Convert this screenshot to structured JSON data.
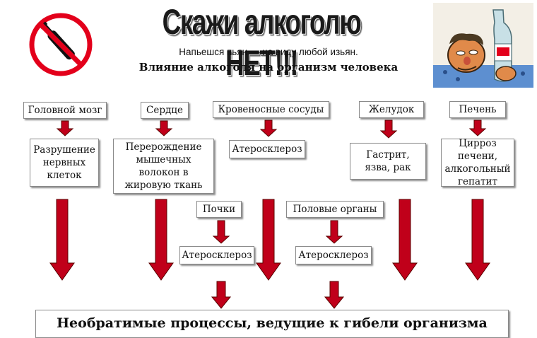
{
  "header": {
    "title": "Скажи алкоголю НЕТ!!!",
    "subtitle": "Напьешся пьян — на виду любой изьян.",
    "heading": "Влияние алкоголя на организм человека"
  },
  "organs": [
    {
      "label": "Головной мозг",
      "effect": "Разрушение нервных клеток"
    },
    {
      "label": "Сердце",
      "effect": "Перерождение мышечных волокон в жировую ткань"
    },
    {
      "label": "Кровеносные сосуды",
      "effect": "Атеросклероз"
    },
    {
      "label": "Желудок",
      "effect": "Гастрит, язва, рак"
    },
    {
      "label": "Печень",
      "effect": "Цирроз печени, алкогольный гепатит"
    }
  ],
  "secondary": [
    {
      "label": "Почки",
      "effect": "Атеросклероз"
    },
    {
      "label": "Половые органы",
      "effect": "Атеросклероз"
    }
  ],
  "conclusion": "Необратимые процессы, ведущие к гибели организма",
  "colors": {
    "arrow": "#c0001a",
    "arrow_edge": "#5a0000",
    "no_sign": "#e3001b"
  },
  "icons": {
    "left": "no-alcohol-sign-icon",
    "right": "drunk-man-illustration"
  }
}
